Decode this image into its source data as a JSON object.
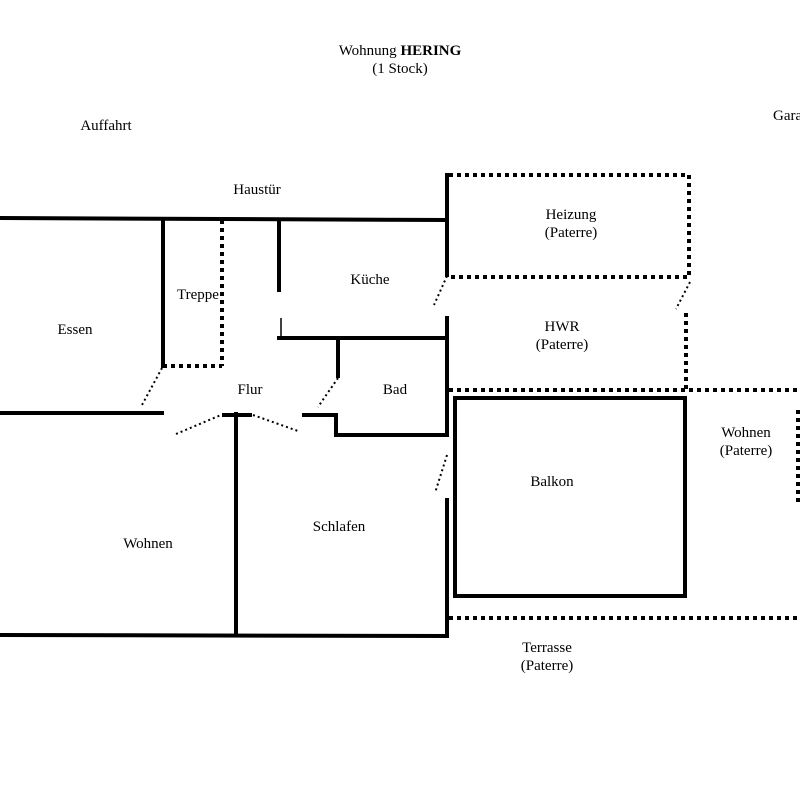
{
  "title": {
    "prefix": "Wohnung ",
    "name": "HERING",
    "floor": "(1 Stock)"
  },
  "outside": {
    "driveway": "Auffahrt",
    "garage": "Gara",
    "front_door": "Haustür"
  },
  "rooms": {
    "essen": "Essen",
    "treppe": "Treppe",
    "kueche": "Küche",
    "flur": "Flur",
    "bad": "Bad",
    "wohnen": "Wohnen",
    "schlafen": "Schlafen",
    "balkon": "Balkon"
  },
  "ground_floor": {
    "heizung": {
      "name": "Heizung",
      "level": "(Paterre)"
    },
    "hwr": {
      "name": "HWR",
      "level": "(Paterre)"
    },
    "wohnen": {
      "name": "Wohnen",
      "level": "(Paterre)"
    },
    "terrasse": {
      "name": "Terrasse",
      "level": "(Paterre)"
    }
  }
}
